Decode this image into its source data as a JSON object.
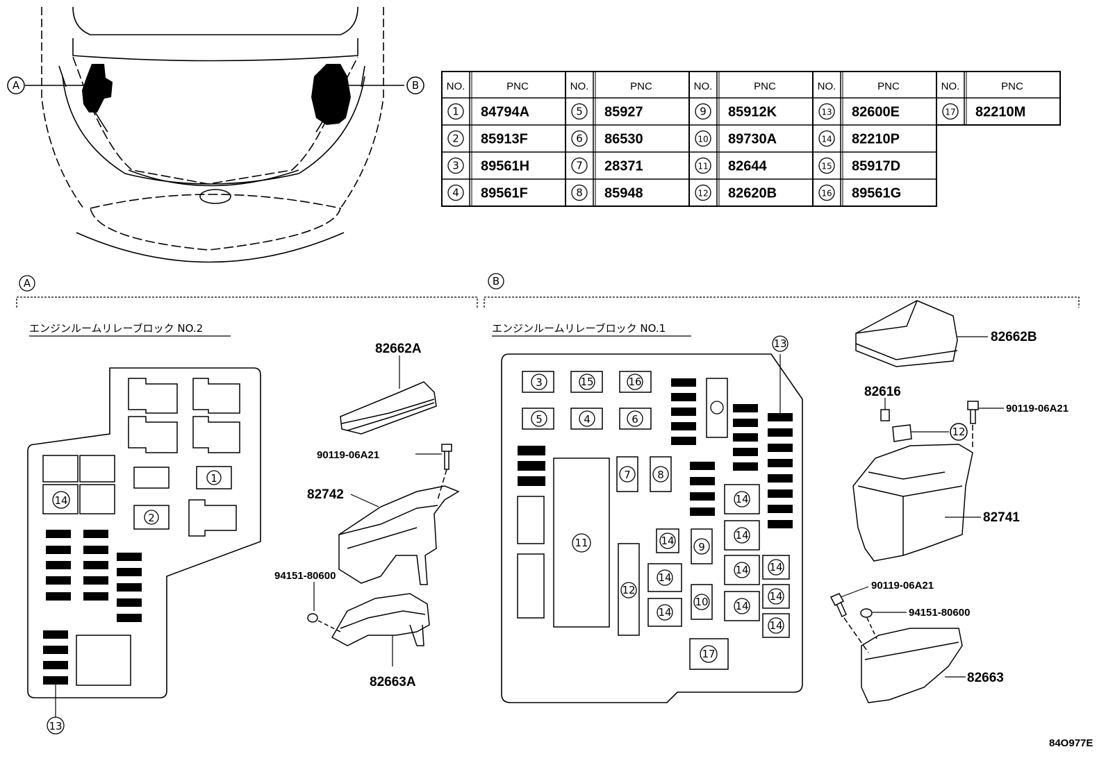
{
  "parts_table": {
    "header_no": "NO.",
    "header_pnc": "PNC",
    "rows": [
      {
        "no": "1",
        "pnc": "84794A"
      },
      {
        "no": "2",
        "pnc": "85913F"
      },
      {
        "no": "3",
        "pnc": "89561H"
      },
      {
        "no": "4",
        "pnc": "89561F"
      },
      {
        "no": "5",
        "pnc": "85927"
      },
      {
        "no": "6",
        "pnc": "86530"
      },
      {
        "no": "7",
        "pnc": "28371"
      },
      {
        "no": "8",
        "pnc": "85948"
      },
      {
        "no": "9",
        "pnc": "85912K"
      },
      {
        "no": "10",
        "pnc": "89730A"
      },
      {
        "no": "11",
        "pnc": "82644"
      },
      {
        "no": "12",
        "pnc": "82620B"
      },
      {
        "no": "13",
        "pnc": "82600E"
      },
      {
        "no": "14",
        "pnc": "82210P"
      },
      {
        "no": "15",
        "pnc": "85917D"
      },
      {
        "no": "16",
        "pnc": "89561G"
      },
      {
        "no": "17",
        "pnc": "82210M"
      }
    ]
  },
  "vehicle_view": {
    "marker_a": "A",
    "marker_b": "B"
  },
  "section_a": {
    "marker": "A",
    "title": "エンジンルームリレーブロック NO.2",
    "callouts": {
      "c1": "1",
      "c2": "2",
      "c14": "14",
      "c13": "13"
    },
    "parts": {
      "cover": "82662A",
      "bolt": "90119-06A21",
      "bracket": "82742",
      "nut": "94151-80600",
      "lower_cover": "82663A"
    }
  },
  "section_b": {
    "marker": "B",
    "title": "エンジンルームリレーブロック NO.1",
    "callouts": {
      "c3": "3",
      "c15": "15",
      "c16": "16",
      "c5": "5",
      "c4": "4",
      "c6": "6",
      "c7": "7",
      "c8": "8",
      "c11": "11",
      "c9": "9",
      "c10": "10",
      "c12": "12",
      "c13": "13",
      "c17": "17",
      "c14": "14",
      "c12b": "12"
    },
    "parts": {
      "cover": "82662B",
      "fuse_clip": "82616",
      "bolt_top": "90119-06A21",
      "block": "82741",
      "bolt_bottom": "90119-06A21",
      "nut": "94151-80600",
      "lower_cover": "82663"
    }
  },
  "figure_id": "84O977E"
}
